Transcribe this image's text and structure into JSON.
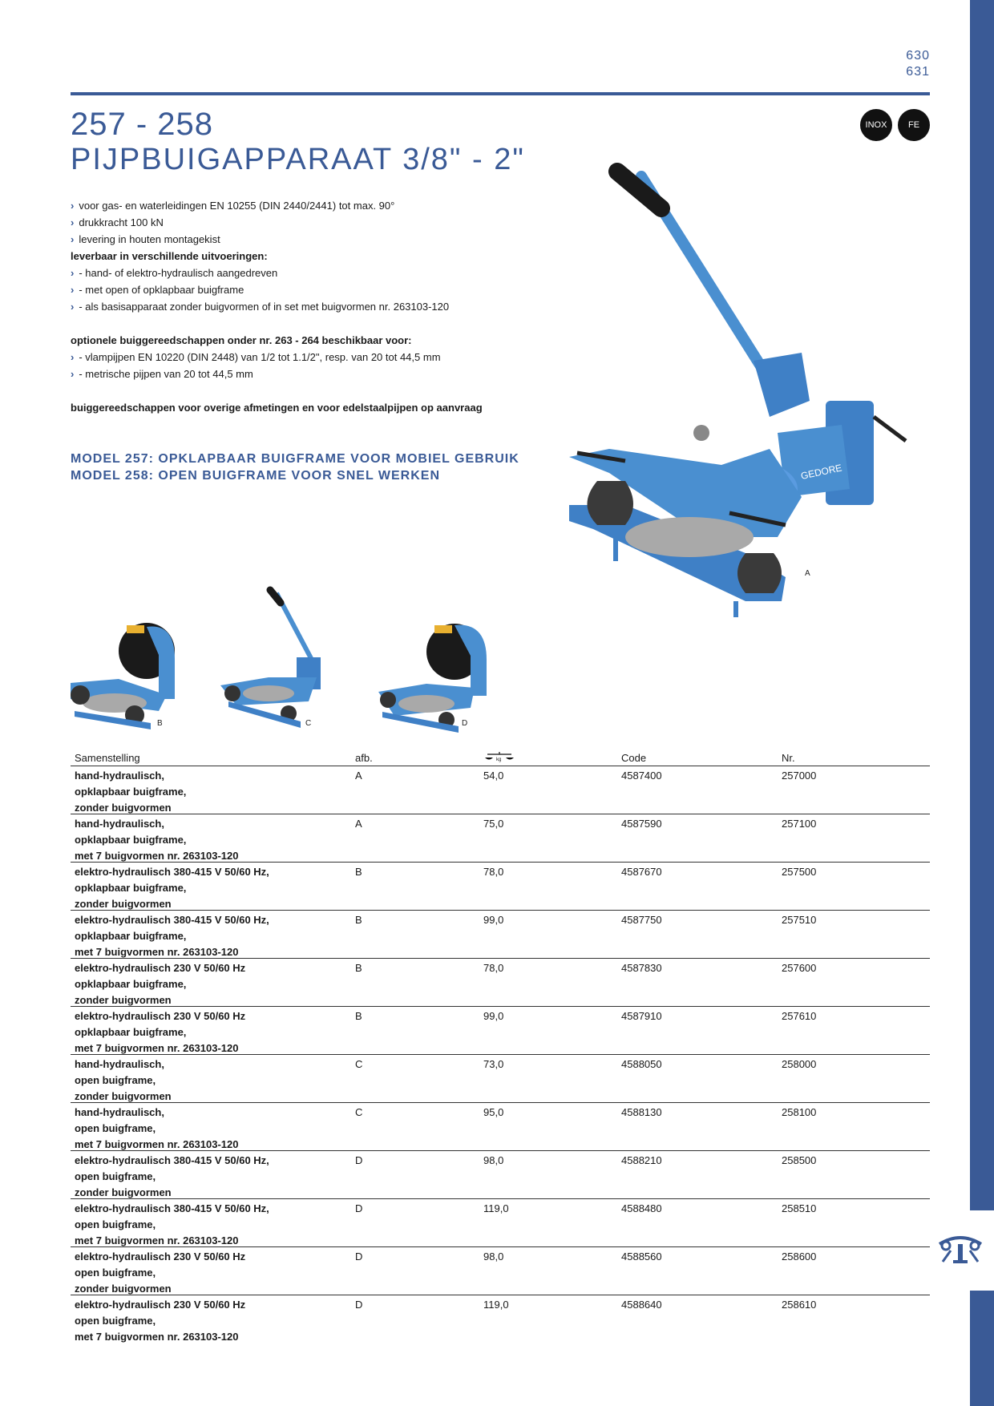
{
  "page_numbers": [
    "630",
    "631"
  ],
  "title_number": "257 - 258",
  "title_name": "PIJPBUIGAPPARAAT 3/8\" - 2\"",
  "badges": [
    "INOX",
    "FE"
  ],
  "features": [
    {
      "type": "bullet",
      "text": "voor gas- en waterleidingen EN 10255 (DIN 2440/2441) tot max. 90°"
    },
    {
      "type": "bullet",
      "text": "drukkracht 100 kN"
    },
    {
      "type": "bullet",
      "text": "levering in houten montagekist"
    },
    {
      "type": "bold",
      "text": "leverbaar in verschillende uitvoeringen:"
    },
    {
      "type": "bullet",
      "text": "- hand- of elektro-hydraulisch aangedreven"
    },
    {
      "type": "bullet",
      "text": "- met open of opklapbaar buigframe"
    },
    {
      "type": "bullet",
      "text": "- als basisapparaat zonder buigvormen of in set met buigvormen nr.  263103-120"
    },
    {
      "type": "gap",
      "text": ""
    },
    {
      "type": "bold",
      "text": "optionele buiggereedschappen onder nr. 263 - 264 beschikbaar voor:"
    },
    {
      "type": "bullet",
      "text": "- vlampijpen EN 10220 (DIN 2448) van 1/2 tot 1.1/2\", resp. van 20 tot 44,5 mm"
    },
    {
      "type": "bullet",
      "text": "- metrische pijpen van 20 tot 44,5 mm"
    },
    {
      "type": "gap",
      "text": ""
    },
    {
      "type": "bold",
      "text": "buiggereedschappen voor overige afmetingen en voor edelstaalpijpen op aanvraag"
    }
  ],
  "models": [
    "MODEL 257: OPKLAPBAAR BUIGFRAME VOOR MOBIEL GEBRUIK",
    "MODEL 258: OPEN BUIGFRAME VOOR SNEL WERKEN"
  ],
  "figure_labels": {
    "main": "A",
    "b": "B",
    "c": "C",
    "d": "D"
  },
  "brand_on_device": "GEDORE",
  "table": {
    "headers": {
      "samenstelling": "Samenstelling",
      "afb": "afb.",
      "weight_icon": "weight-icon",
      "code": "Code",
      "nr": "Nr."
    },
    "rows": [
      {
        "lines": [
          "hand-hydraulisch,",
          "opklapbaar buigframe,",
          "zonder buigvormen"
        ],
        "afb": "A",
        "weight": "54,0",
        "code": "4587400",
        "nr": "257000"
      },
      {
        "lines": [
          "hand-hydraulisch,",
          "opklapbaar buigframe,",
          "met 7 buigvormen nr. 263103-120"
        ],
        "afb": "A",
        "weight": "75,0",
        "code": "4587590",
        "nr": "257100"
      },
      {
        "lines": [
          "elektro-hydraulisch 380-415 V 50/60 Hz,",
          "opklapbaar buigframe,",
          "zonder buigvormen"
        ],
        "afb": "B",
        "weight": "78,0",
        "code": "4587670",
        "nr": "257500"
      },
      {
        "lines": [
          "elektro-hydraulisch 380-415 V 50/60 Hz,",
          "opklapbaar buigframe,",
          "met 7 buigvormen nr. 263103-120"
        ],
        "afb": "B",
        "weight": "99,0",
        "code": "4587750",
        "nr": "257510"
      },
      {
        "lines": [
          "elektro-hydraulisch 230 V 50/60 Hz",
          "opklapbaar buigframe,",
          "zonder buigvormen"
        ],
        "afb": "B",
        "weight": "78,0",
        "code": "4587830",
        "nr": "257600"
      },
      {
        "lines": [
          "elektro-hydraulisch 230 V 50/60 Hz",
          "opklapbaar buigframe,",
          "met 7 buigvormen nr. 263103-120"
        ],
        "afb": "B",
        "weight": "99,0",
        "code": "4587910",
        "nr": "257610"
      },
      {
        "lines": [
          "hand-hydraulisch,",
          "open buigframe,",
          "zonder buigvormen"
        ],
        "afb": "C",
        "weight": "73,0",
        "code": "4588050",
        "nr": "258000"
      },
      {
        "lines": [
          "hand-hydraulisch,",
          "open buigframe,",
          "met 7 buigvormen nr. 263103-120"
        ],
        "afb": "C",
        "weight": "95,0",
        "code": "4588130",
        "nr": "258100"
      },
      {
        "lines": [
          "elektro-hydraulisch 380-415 V 50/60 Hz,",
          "open buigframe,",
          "zonder buigvormen"
        ],
        "afb": "D",
        "weight": "98,0",
        "code": "4588210",
        "nr": "258500"
      },
      {
        "lines": [
          "elektro-hydraulisch 380-415 V 50/60 Hz,",
          "open buigframe,",
          "met 7 buigvormen nr. 263103-120"
        ],
        "afb": "D",
        "weight": "119,0",
        "code": "4588480",
        "nr": "258510"
      },
      {
        "lines": [
          "elektro-hydraulisch 230 V 50/60 Hz",
          "open buigframe,",
          "zonder buigvormen"
        ],
        "afb": "D",
        "weight": "98,0",
        "code": "4588560",
        "nr": "258600"
      },
      {
        "lines": [
          "elektro-hydraulisch 230 V 50/60 Hz",
          "open buigframe,",
          "met 7 buigvormen nr. 263103-120"
        ],
        "afb": "D",
        "weight": "119,0",
        "code": "4588640",
        "nr": "258610"
      }
    ]
  },
  "colors": {
    "brand_blue": "#3a5a96",
    "device_blue": "#4a8fd0",
    "device_dark": "#2d6bb0",
    "black": "#111111"
  }
}
